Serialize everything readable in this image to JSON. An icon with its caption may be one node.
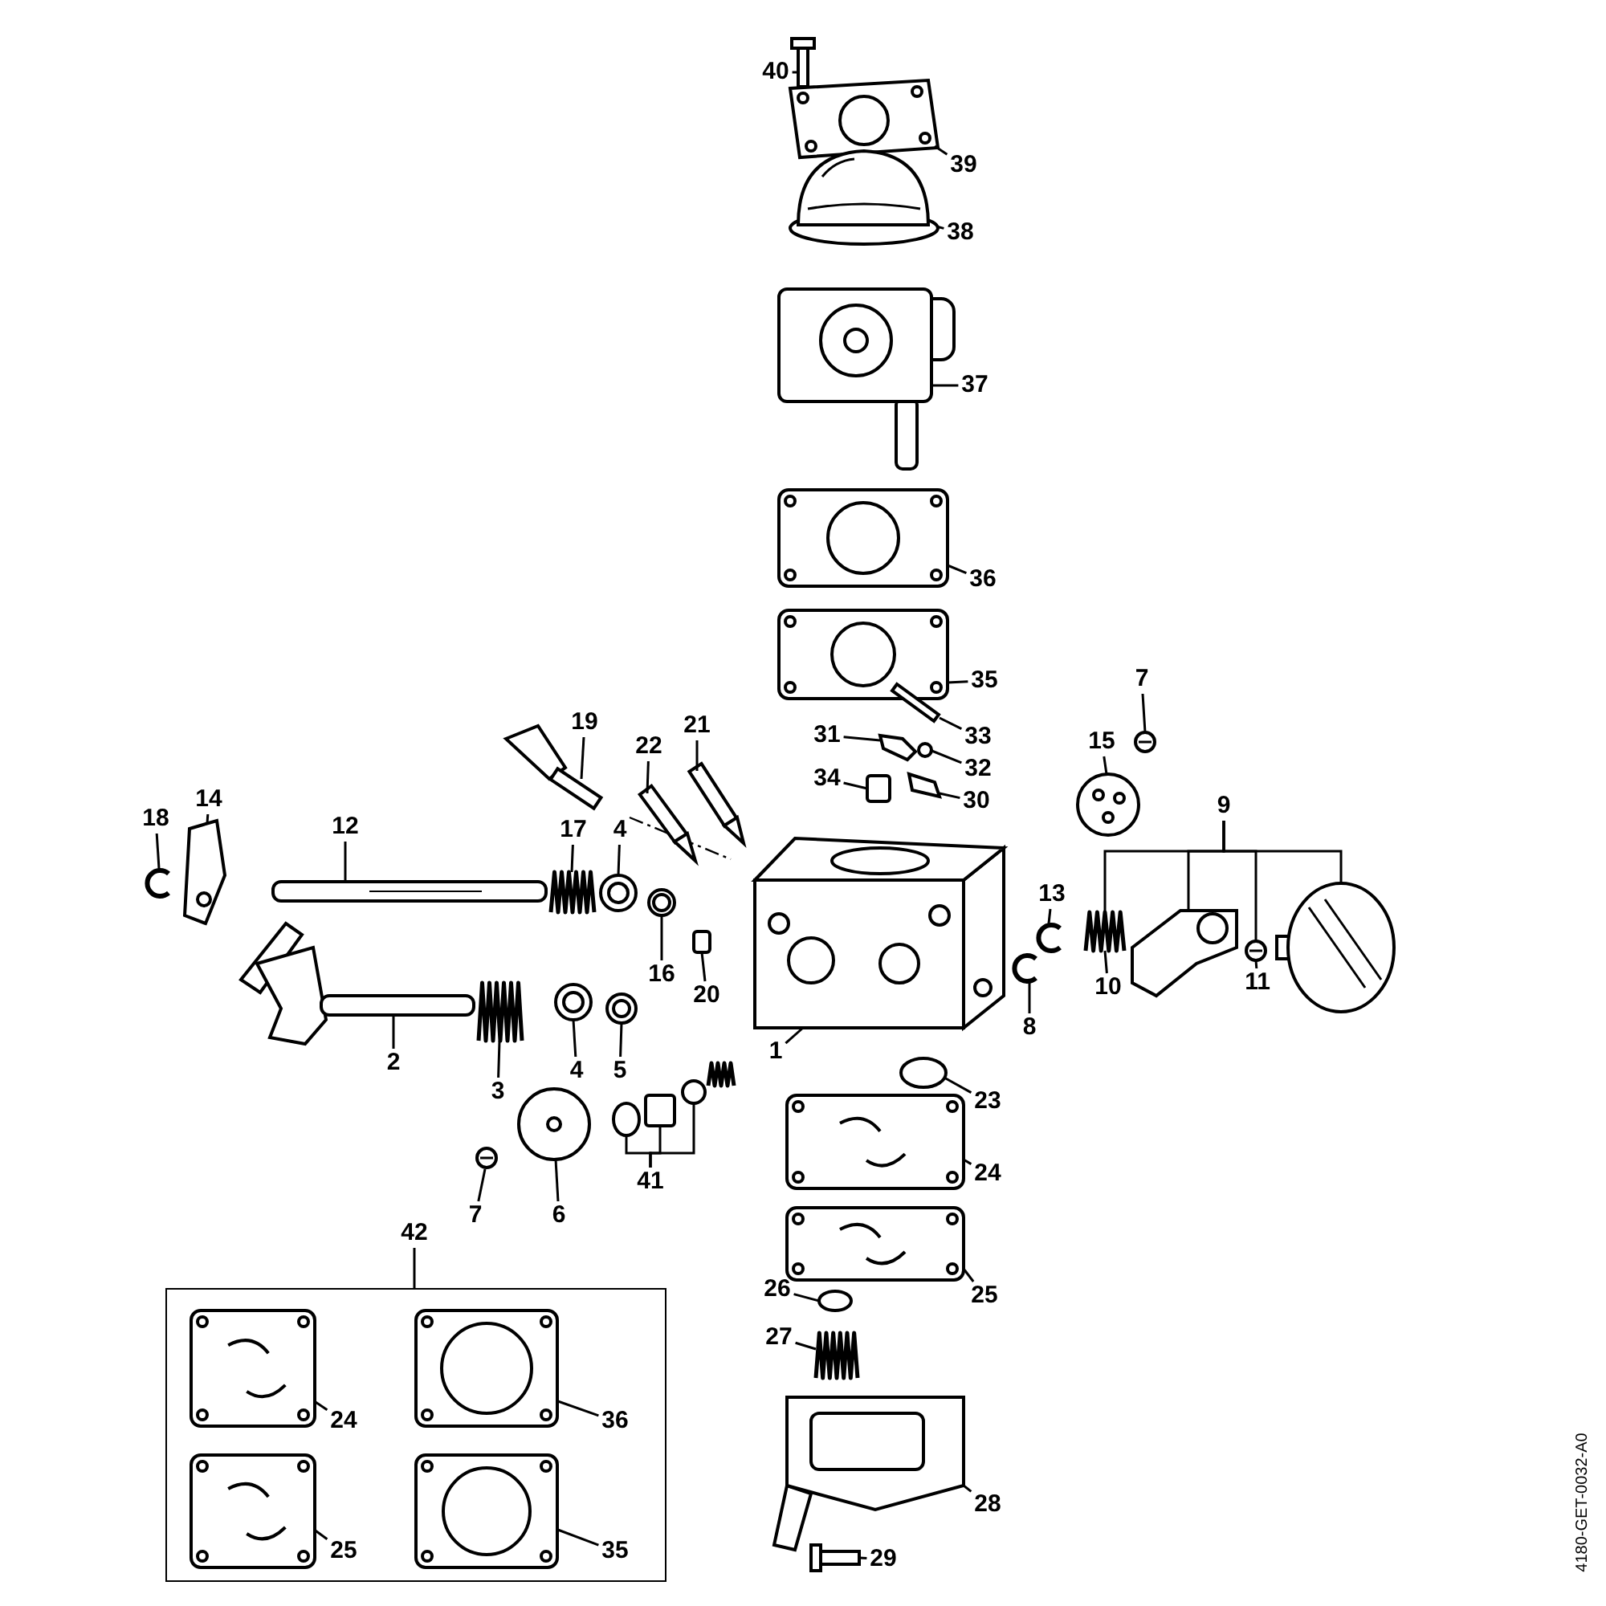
{
  "diagram": {
    "nodes": [
      {
        "text": [
          "40"
        ]
      },
      {
        "text": [
          "39"
        ]
      },
      {
        "text": [
          "38"
        ]
      },
      {
        "text": [
          "37"
        ]
      },
      {
        "text": [
          "36"
        ]
      },
      {
        "text": [
          "35"
        ]
      },
      {
        "text": [
          "7"
        ]
      },
      {
        "text": [
          "15"
        ]
      },
      {
        "text": [
          "21"
        ]
      },
      {
        "text": [
          "33"
        ]
      },
      {
        "text": [
          "19"
        ]
      },
      {
        "text": [
          "31"
        ]
      },
      {
        "text": [
          "32"
        ]
      },
      {
        "text": [
          "22"
        ]
      },
      {
        "text": [
          "34"
        ]
      },
      {
        "text": [
          "30"
        ]
      },
      {
        "text": [
          "9"
        ]
      },
      {
        "text": [
          "14"
        ]
      },
      {
        "text": [
          "18"
        ]
      },
      {
        "text": [
          "12"
        ]
      },
      {
        "text": [
          "17"
        ]
      },
      {
        "text": [
          "4"
        ]
      },
      {
        "text": [
          "13"
        ]
      },
      {
        "text": [
          "16"
        ]
      },
      {
        "text": [
          "20"
        ]
      },
      {
        "text": [
          "10"
        ]
      },
      {
        "text": [
          "11"
        ]
      },
      {
        "text": [
          "8"
        ]
      },
      {
        "text": [
          "1"
        ]
      },
      {
        "text": [
          "2"
        ]
      },
      {
        "text": [
          "3"
        ]
      },
      {
        "text": [
          "4"
        ]
      },
      {
        "text": [
          "5"
        ]
      },
      {
        "text": [
          "23"
        ]
      },
      {
        "text": [
          "41"
        ]
      },
      {
        "text": [
          "24"
        ]
      },
      {
        "text": [
          "7"
        ]
      },
      {
        "text": [
          "6"
        ]
      },
      {
        "text": [
          "42"
        ]
      },
      {
        "text": [],
        "shape": "box"
      },
      {
        "text": [
          "24"
        ],
        "in": 39
      },
      {
        "text": [
          "36"
        ],
        "in": 39
      },
      {
        "text": [
          "25"
        ],
        "in": 39
      },
      {
        "text": [
          "35"
        ],
        "in": 39
      },
      {
        "text": [
          "25"
        ]
      },
      {
        "text": [
          "26"
        ]
      },
      {
        "text": [
          "27"
        ]
      },
      {
        "text": [
          "28"
        ]
      },
      {
        "text": [
          "29"
        ]
      },
      {
        "text": [],
        "shape": "picture"
      },
      {
        "text": [],
        "shape": "picture"
      },
      {
        "text": [],
        "shape": "picture"
      },
      {
        "text": [],
        "shape": "picture"
      },
      {
        "text": [],
        "shape": "picture"
      },
      {
        "text": [],
        "shape": "picture"
      },
      {
        "text": [],
        "shape": "picture"
      },
      {
        "text": [],
        "shape": "picture"
      },
      {
        "text": [],
        "shape": "picture"
      },
      {
        "text": [],
        "shape": "picture"
      },
      {
        "text": [],
        "shape": "picture"
      },
      {
        "text": [],
        "shape": "picture"
      },
      {
        "text": [],
        "shape": "circle"
      },
      {
        "text": [],
        "shape": "picture"
      },
      {
        "text": [],
        "shape": "box"
      },
      {
        "text": [],
        "shape": "picture"
      },
      {
        "text": [],
        "shape": "picture"
      },
      {
        "text": [],
        "shape": "picture"
      },
      {
        "text": [],
        "shape": "picture"
      },
      {
        "text": [],
        "shape": "picture"
      },
      {
        "text": [],
        "shape": "picture"
      },
      {
        "text": [],
        "shape": "picture"
      },
      {
        "text": [],
        "shape": "picture"
      },
      {
        "text": [],
        "shape": "picture"
      },
      {
        "text": [],
        "shape": "picture"
      },
      {
        "text": [],
        "shape": "picture"
      },
      {
        "text": [],
        "shape": "picture"
      },
      {
        "text": [],
        "shape": "box"
      },
      {
        "text": [],
        "shape": "picture"
      },
      {
        "text": [],
        "shape": "picture"
      },
      {
        "text": [],
        "shape": "picture"
      },
      {
        "text": [],
        "shape": "picture"
      },
      {
        "text": [],
        "shape": "picture"
      },
      {
        "text": [],
        "shape": "picture"
      },
      {
        "text": [],
        "shape": "circle"
      },
      {
        "text": [],
        "shape": "circle"
      },
      {
        "text": [],
        "shape": "box"
      },
      {
        "text": [],
        "shape": "picture"
      },
      {
        "text": [],
        "shape": "picture"
      },
      {
        "text": [],
        "shape": "picture"
      },
      {
        "text": [],
        "shape": "picture"
      },
      {
        "text": [],
        "shape": "picture",
        "in": 39
      },
      {
        "text": [],
        "shape": "picture",
        "in": 39
      },
      {
        "text": [],
        "shape": "picture",
        "in": 39
      },
      {
        "text": [],
        "shape": "picture",
        "in": 39
      },
      {
        "text": [],
        "shape": "picture"
      },
      {
        "text": [],
        "shape": "circle"
      },
      {
        "text": [],
        "shape": "picture"
      },
      {
        "text": [],
        "shape": "picture"
      },
      {
        "text": [],
        "shape": "picture"
      }
    ],
    "edges": [
      {
        "from": 0,
        "to": 49,
        "arrow": "none"
      },
      {
        "from": 1,
        "to": 50,
        "arrow": "none"
      },
      {
        "from": 2,
        "to": 51,
        "arrow": "none"
      },
      {
        "from": 3,
        "to": 52,
        "arrow": "none"
      },
      {
        "from": 4,
        "to": 53,
        "arrow": "none"
      },
      {
        "from": 5,
        "to": 54,
        "arrow": "none"
      },
      {
        "from": 6,
        "to": 55,
        "arrow": "none"
      },
      {
        "from": 7,
        "to": 56,
        "arrow": "none"
      },
      {
        "from": 8,
        "to": 57,
        "arrow": "none"
      },
      {
        "from": 9,
        "to": 58,
        "arrow": "none"
      },
      {
        "from": 10,
        "to": 59,
        "arrow": "none"
      },
      {
        "from": 11,
        "to": 60,
        "arrow": "none"
      },
      {
        "from": 12,
        "to": 61,
        "arrow": "none"
      },
      {
        "from": 13,
        "to": 62,
        "arrow": "none"
      },
      {
        "from": 14,
        "to": 63,
        "arrow": "none"
      },
      {
        "from": 15,
        "to": 64,
        "arrow": "none"
      },
      {
        "from": 16,
        "to": 65,
        "arrow": "none"
      },
      {
        "from": 16,
        "to": 66,
        "arrow": "none"
      },
      {
        "from": 16,
        "to": 67,
        "arrow": "none"
      },
      {
        "from": 16,
        "to": 68,
        "arrow": "none"
      },
      {
        "from": 17,
        "to": 69,
        "arrow": "none"
      },
      {
        "from": 18,
        "to": 70,
        "arrow": "none"
      },
      {
        "from": 19,
        "to": 71,
        "arrow": "none"
      },
      {
        "from": 20,
        "to": 72,
        "arrow": "none"
      },
      {
        "from": 21,
        "to": 73,
        "arrow": "none"
      },
      {
        "from": 22,
        "to": 74,
        "arrow": "none"
      },
      {
        "from": 23,
        "to": 75,
        "arrow": "none"
      },
      {
        "from": 24,
        "to": 76,
        "arrow": "none"
      },
      {
        "from": 25,
        "to": 65,
        "arrow": "none"
      },
      {
        "from": 26,
        "to": 67,
        "arrow": "none"
      },
      {
        "from": 27,
        "to": 77,
        "arrow": "none"
      },
      {
        "from": 28,
        "to": 78,
        "arrow": "none"
      },
      {
        "from": 29,
        "to": 79,
        "arrow": "none"
      },
      {
        "from": 30,
        "to": 80,
        "arrow": "none"
      },
      {
        "from": 31,
        "to": 81,
        "arrow": "none"
      },
      {
        "from": 32,
        "to": 82,
        "arrow": "none"
      },
      {
        "from": 33,
        "to": 83,
        "arrow": "none"
      },
      {
        "from": 34,
        "to": 84,
        "arrow": "none"
      },
      {
        "from": 34,
        "to": 85,
        "arrow": "none"
      },
      {
        "from": 34,
        "to": 86,
        "arrow": "none"
      },
      {
        "from": 35,
        "to": 87,
        "arrow": "none"
      },
      {
        "from": 36,
        "to": 88,
        "arrow": "none"
      },
      {
        "from": 37,
        "to": 89,
        "arrow": "none"
      },
      {
        "from": 38,
        "to": 39,
        "arrow": "none"
      },
      {
        "from": 40,
        "to": 90,
        "arrow": "none"
      },
      {
        "from": 41,
        "to": 91,
        "arrow": "none"
      },
      {
        "from": 42,
        "to": 92,
        "arrow": "none"
      },
      {
        "from": 43,
        "to": 93,
        "arrow": "none"
      },
      {
        "from": 44,
        "to": 94,
        "arrow": "none"
      },
      {
        "from": 45,
        "to": 95,
        "arrow": "none"
      },
      {
        "from": 46,
        "to": 96,
        "arrow": "none"
      },
      {
        "from": 47,
        "to": 97,
        "arrow": "none"
      },
      {
        "from": 48,
        "to": 98,
        "arrow": "none"
      }
    ],
    "labels": [
      "4180-GET-0032-A0"
    ]
  }
}
